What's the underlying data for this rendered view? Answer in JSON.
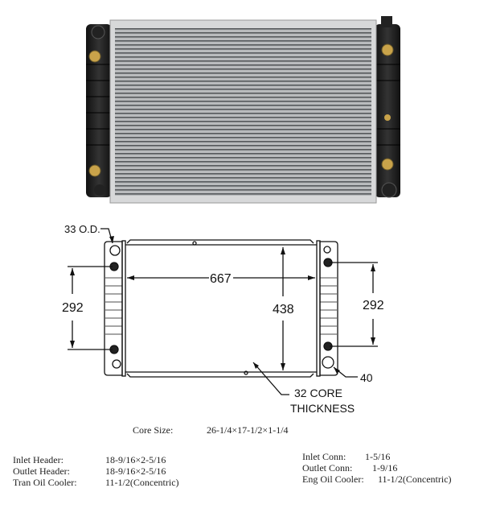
{
  "diagram": {
    "od_label": "33 O.D.",
    "width_dim": "667",
    "height_dim": "438",
    "left_spacing_dim": "292",
    "right_spacing_dim": "292",
    "outlet_dim": "40",
    "core_thickness_line1": "32 CORE",
    "core_thickness_line2": "THICKNESS"
  },
  "specs": {
    "core_size_label": "Core Size:",
    "core_size_value": "26-1/4×17-1/2×1-1/4",
    "left": [
      {
        "label": "Inlet Header:",
        "value": "18-9/16×2-5/16"
      },
      {
        "label": "Outlet Header:",
        "value": "18-9/16×2-5/16"
      },
      {
        "label": "Tran Oil Cooler:",
        "value": "11-1/2(Concentric)"
      }
    ],
    "right": [
      {
        "label": "Inlet Conn:",
        "value": "1-5/16"
      },
      {
        "label": "Outlet Conn:",
        "value": "1-9/16"
      },
      {
        "label": "Eng Oil Cooler:",
        "value": "11-1/2(Concentric)"
      }
    ]
  }
}
